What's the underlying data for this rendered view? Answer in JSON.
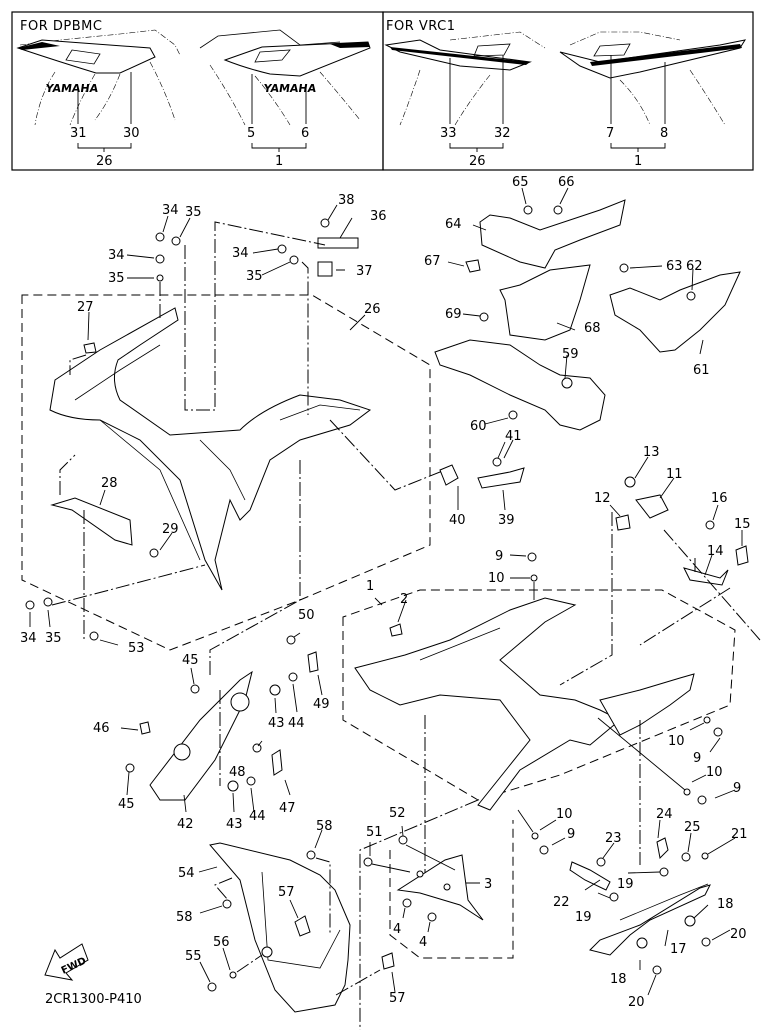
{
  "diagram": {
    "type": "exploded-parts-diagram",
    "drawing_code": "2CR1300-P410",
    "fwd_label": "FWD",
    "inset_panels": [
      {
        "title": "FOR DPBMC",
        "groups": [
          {
            "parent": "26",
            "children": [
              "31",
              "30"
            ]
          },
          {
            "parent": "1",
            "children": [
              "5",
              "6"
            ]
          }
        ],
        "decal_text": [
          "YAMAHA",
          "YAMAHA"
        ]
      },
      {
        "title": "FOR VRC1",
        "groups": [
          {
            "parent": "26",
            "children": [
              "33",
              "32"
            ]
          },
          {
            "parent": "1",
            "children": [
              "7",
              "8"
            ]
          }
        ]
      }
    ],
    "callouts": [
      "1",
      "2",
      "3",
      "4",
      "4",
      "9",
      "9",
      "9",
      "9",
      "10",
      "10",
      "10",
      "10",
      "10",
      "11",
      "12",
      "13",
      "14",
      "15",
      "16",
      "17",
      "18",
      "18",
      "19",
      "19",
      "20",
      "20",
      "21",
      "22",
      "23",
      "24",
      "25",
      "26",
      "27",
      "28",
      "29",
      "34",
      "34",
      "34",
      "34",
      "35",
      "35",
      "35",
      "35",
      "36",
      "37",
      "38",
      "39",
      "40",
      "41",
      "42",
      "43",
      "43",
      "44",
      "44",
      "45",
      "45",
      "46",
      "47",
      "48",
      "49",
      "50",
      "51",
      "52",
      "53",
      "54",
      "55",
      "56",
      "57",
      "57",
      "58",
      "58",
      "59",
      "60",
      "61",
      "62",
      "63",
      "64",
      "65",
      "66",
      "67",
      "68",
      "69"
    ]
  }
}
